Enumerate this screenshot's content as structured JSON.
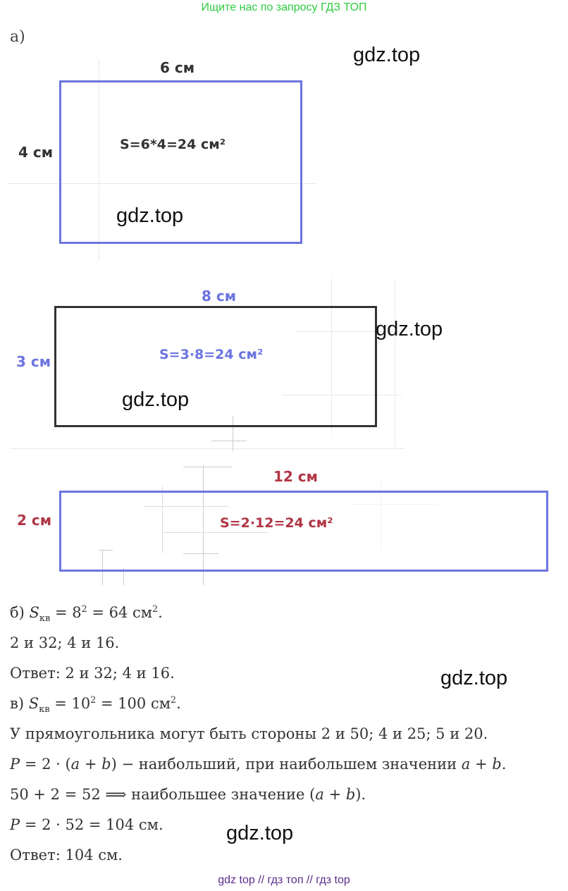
{
  "header": {
    "link_text": "Ищите нас по запросу ГДЗ ТОП"
  },
  "part_a": {
    "label": "а)",
    "rect1": {
      "width_label": "6 см",
      "height_label": "4 см",
      "formula": "S=6*4=24 см²",
      "border_color": "#6c74e0",
      "label_color": "#333333"
    },
    "rect2": {
      "width_label": "8 см",
      "height_label": "3 см",
      "formula": "S=3·8=24 см²",
      "border_color": "#333333",
      "label_color": "#6c74e0"
    },
    "rect3": {
      "width_label": "12 см",
      "height_label": "2 см",
      "formula": "S=2·12=24 см²",
      "border_color": "#6c74e0",
      "label_color": "#b03545"
    }
  },
  "watermarks": [
    "gdz.top",
    "gdz.top",
    "gdz.top",
    "gdz.top",
    "gdz.top",
    "gdz.top"
  ],
  "solution": {
    "line1_prefix": "б) ",
    "line1_S": "S",
    "line1_sub": "кв",
    "line1_rest": " = 8",
    "line1_exp": "2",
    "line1_tail": " = 64 см",
    "line1_exp2": "2",
    "line1_end": ".",
    "line2": "2 и 32;  4 и 16.",
    "line3": "Ответ: 2 и 32;  4 и 16.",
    "line4_prefix": "в) ",
    "line4_S": "S",
    "line4_sub": "кв",
    "line4_rest": " = 10",
    "line4_exp": "2",
    "line4_tail": " = 100 см",
    "line4_exp2": "2",
    "line4_end": ".",
    "line5": "У прямоугольника могут быть стороны 2 и 50;  4 и 25;  5 и 20.",
    "line6_P": "P",
    "line6_mid": " = 2 · (",
    "line6_a": "a",
    "line6_plus": " + ",
    "line6_b": "b",
    "line6_text": ") − наибольший, при наибольшем значении ",
    "line6_a2": "a",
    "line6_plus2": " + ",
    "line6_b2": "b",
    "line6_end": ".",
    "line7_start": "50 + 2 = 52 ⟹ наибольшее значение (",
    "line7_a": "a",
    "line7_plus": " + ",
    "line7_b": "b",
    "line7_end": ").",
    "line8_P": "P",
    "line8_rest": " = 2 · 52 = 104 см.",
    "line9": "Ответ: 104 см."
  },
  "footer": {
    "text": "gdz top  //  гдз топ  //  гдз top"
  }
}
